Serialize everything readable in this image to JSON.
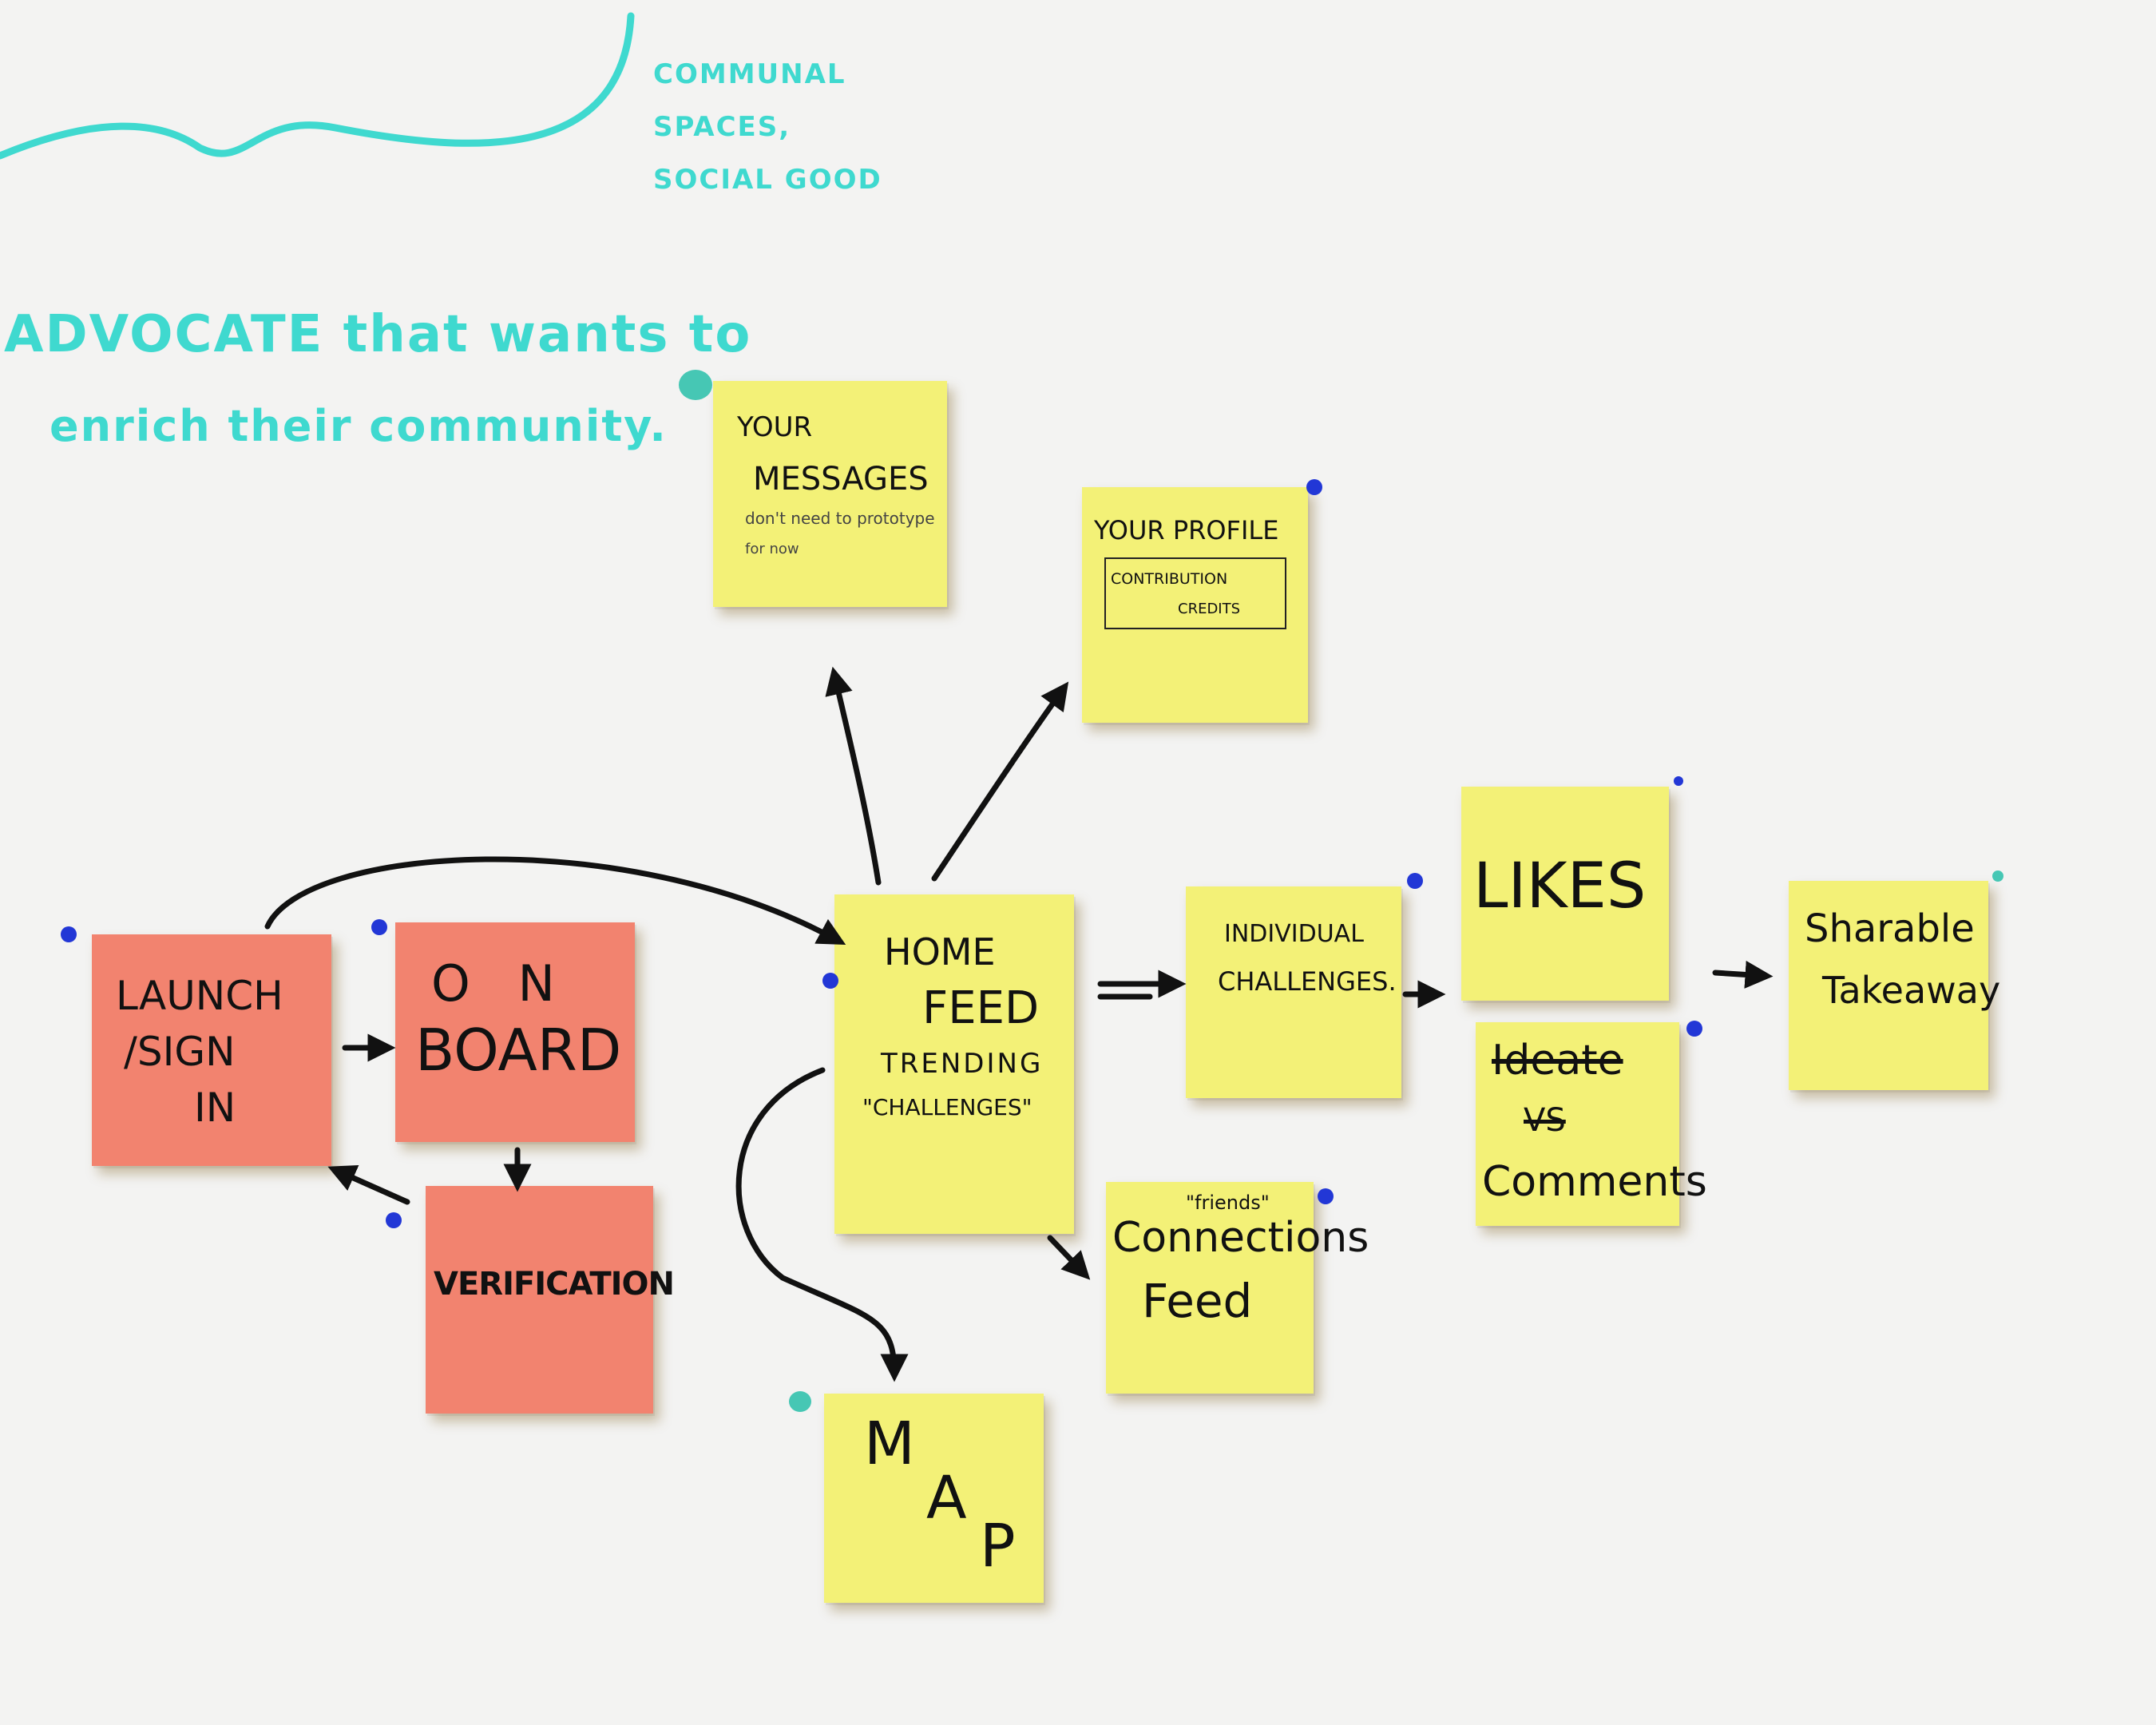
{
  "colors": {
    "whiteboard": "#f3f3f2",
    "sticky_yellow": "#f3f177",
    "sticky_coral": "#f2836f",
    "marker_teal": "#3fd9cf",
    "ink_black": "#111111",
    "dot_blue": "#2237d6"
  },
  "annotations": {
    "corner_note": "COMMUNAL SPACES, SOCIAL GOOD",
    "persona_line1": "ADVOCATE that wants to",
    "persona_line2": "enrich their community."
  },
  "notes": {
    "launch": {
      "line1": "LAUNCH",
      "line2": "/SIGN",
      "line3": "IN"
    },
    "onboard": {
      "line1": "O N",
      "line2": "BOARD"
    },
    "verification": {
      "label": "VERIFICATION"
    },
    "home_feed": {
      "line1": "HOME",
      "line2": "FEED",
      "line3": "TRENDING",
      "line4": "\"CHALLENGES\""
    },
    "messages": {
      "line1": "YOUR",
      "line2": "MESSAGES",
      "sub1": "don't need to prototype",
      "sub2": "for now"
    },
    "profile": {
      "title": "YOUR PROFILE",
      "box_line1": "CONTRIBUTION",
      "box_line2": "CREDITS"
    },
    "individual": {
      "line1": "INDIVIDUAL",
      "line2": "CHALLENGES."
    },
    "likes": {
      "label": "LIKES"
    },
    "comments": {
      "struck1": "Ideate",
      "struck2": "VS",
      "label": "Comments"
    },
    "connections": {
      "small": "\"friends\"",
      "line1": "Connections",
      "line2": "Feed"
    },
    "takeaway": {
      "line1": "Sharable",
      "line2": "Takeaway"
    },
    "map": {
      "letter1": "M",
      "letter2": "A",
      "letter3": "P"
    }
  }
}
